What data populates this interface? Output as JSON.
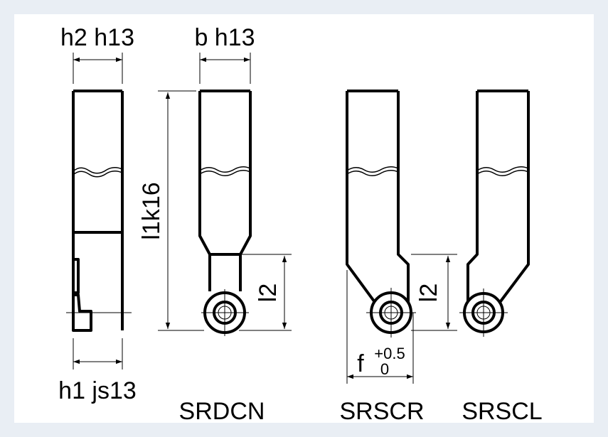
{
  "colors": {
    "background": "#e9eef4",
    "line": "#000000",
    "panel": "#ffffff"
  },
  "dimensions": {
    "h2": "h2 h13",
    "b": "b h13",
    "l1": "l1k16",
    "h1": "h1 js13",
    "l2_center": "l2",
    "l2_right": "l2",
    "f": "f",
    "f_upper": "+0.5",
    "f_lower": "0"
  },
  "tools": {
    "srdcn": "SRDCN",
    "srscr": "SRSCR",
    "srscl": "SRSCL"
  }
}
